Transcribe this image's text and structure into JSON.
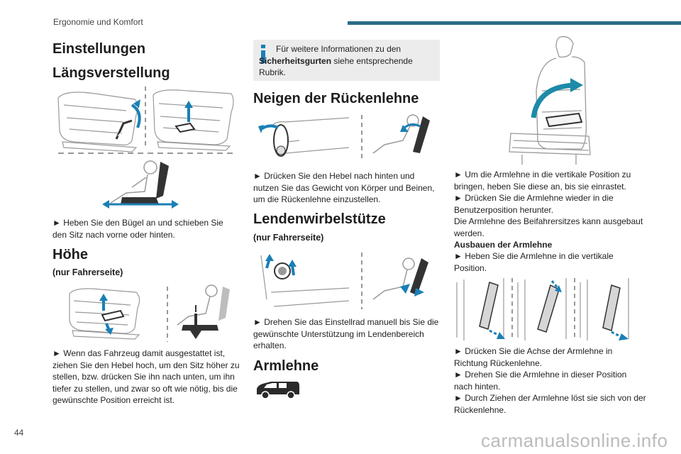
{
  "header": {
    "section": "Ergonomie und Komfort",
    "accent_color": "#2b6c88"
  },
  "page_number": "44",
  "watermark": "carmanualsonline.info",
  "col1": {
    "title": "Einstellungen",
    "longitudinal": {
      "heading": "Längsverstellung",
      "text": "► Heben Sie den Bügel an und schieben Sie den Sitz nach vorne oder hinten."
    },
    "height": {
      "heading": "Höhe",
      "subheading": "(nur Fahrerseite)",
      "text": "► Wenn das Fahrzeug damit ausgestattet ist, ziehen Sie den Hebel hoch, um den Sitz höher zu stellen, bzw. drücken Sie ihn nach unten, um ihn tiefer zu stellen, und zwar so oft wie nötig, bis die gewünschte Position erreicht ist."
    }
  },
  "col2": {
    "info": {
      "icon": "info-icon",
      "text_before": "Für weitere Informationen zu den ",
      "text_bold": "Sicherheitsgurten",
      "text_after": " siehe entsprechende Rubrik."
    },
    "backrest": {
      "heading": "Neigen der Rückenlehne",
      "text": "► Drücken Sie den Hebel nach hinten und nutzen Sie das Gewicht von Körper und Beinen, um die Rückenlehne einzustellen."
    },
    "lumbar": {
      "heading": "Lendenwirbelstütze",
      "subheading": "(nur Fahrerseite)",
      "text": "► Drehen Sie das Einstellrad manuell bis Sie die gewünschte Unterstützung im Lendenbereich erhalten."
    },
    "armrest": {
      "heading": "Armlehne"
    }
  },
  "col3": {
    "p1": "► Um die Armlehne in die vertikale Position zu bringen, heben Sie diese an, bis sie einrastet.",
    "p2": "► Drücken Sie die Armlehne wieder in die Benutzerposition herunter.",
    "p3": "Die Armlehne des Beifahrersitzes kann ausgebaut werden.",
    "p4_bold": "Ausbauen der Armlehne",
    "p5": "► Heben Sie die Armlehne in die vertikale Position.",
    "p6": "► Drücken Sie die Achse der Armlehne in Richtung Rückenlehne.",
    "p7": "► Drehen Sie die Armlehne in dieser Position nach hinten.",
    "p8": "► Durch Ziehen der Armlehne löst sie sich von der Rückenlehne."
  }
}
